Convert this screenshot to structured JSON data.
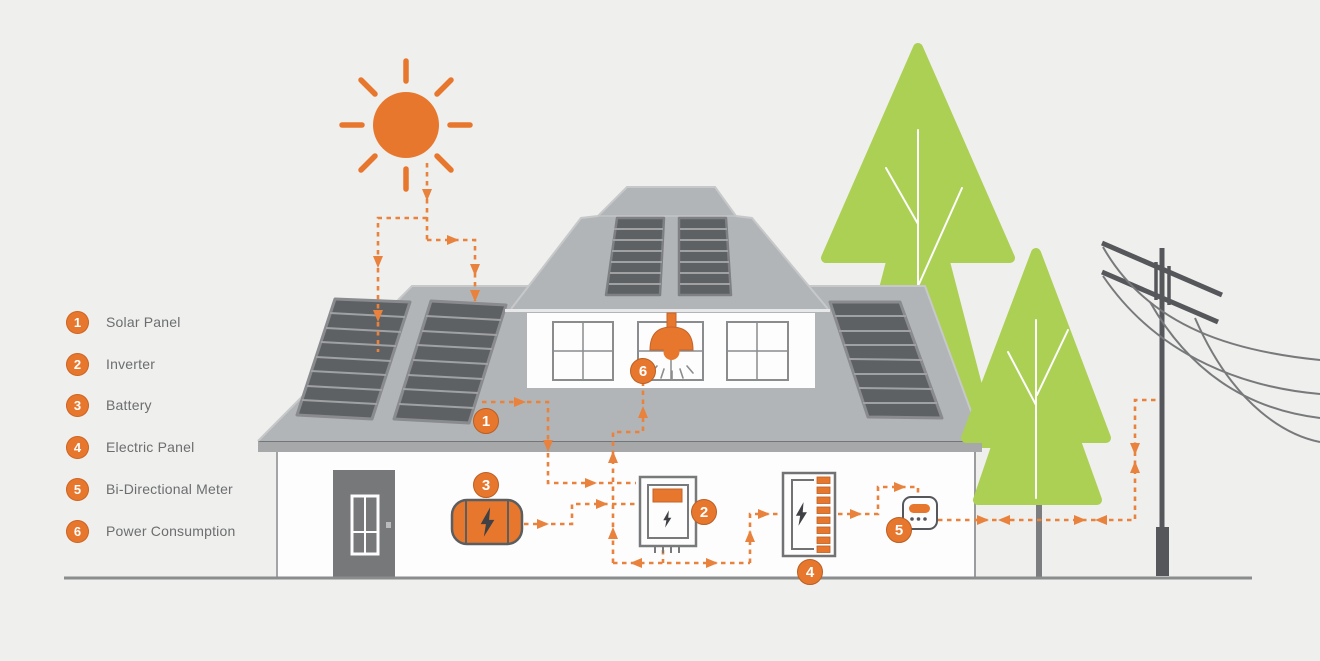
{
  "diagram_subject": "Residential solar power system",
  "legend": {
    "items": [
      {
        "number": "1",
        "label": "Solar Panel"
      },
      {
        "number": "2",
        "label": "Inverter"
      },
      {
        "number": "3",
        "label": "Battery"
      },
      {
        "number": "4",
        "label": "Electric Panel"
      },
      {
        "number": "5",
        "label": "Bi-Directional Meter"
      },
      {
        "number": "6",
        "label": "Power Consumption"
      }
    ]
  },
  "colors": {
    "accent_orange": "#e8772e",
    "flow_dash_orange": "#e8823c",
    "tree_green": "#abd054",
    "roof_gray": "#b2b5b7",
    "solar_panel_dark": "#5e6164",
    "wall_white": "#fdfdfd",
    "door_gray": "#77797b",
    "ground_gray": "#8a8c8e",
    "background": "#efefed"
  }
}
